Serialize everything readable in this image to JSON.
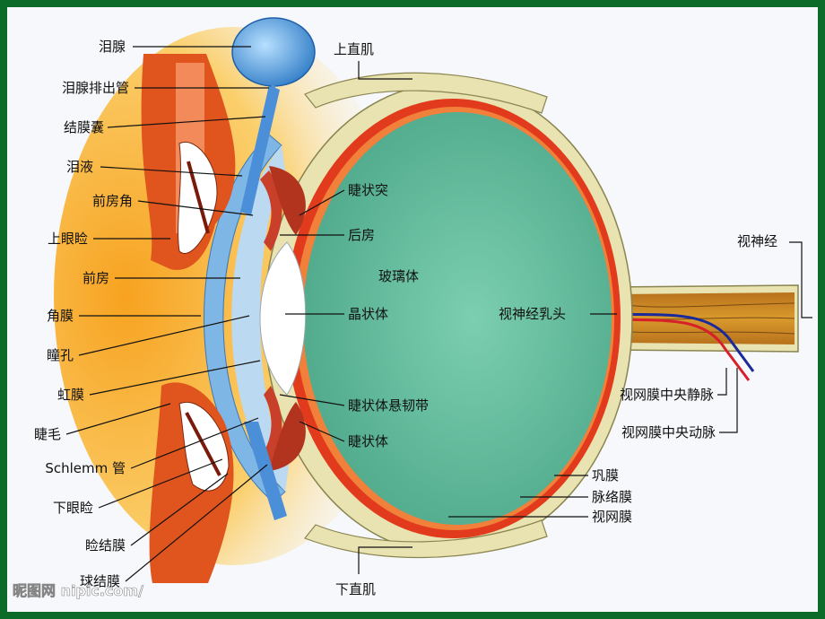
{
  "labels": {
    "lacrimal_gland": "泪腺",
    "lacrimal_duct": "泪腺排出管",
    "conjunctival_sac": "结膜囊",
    "tears": "泪液",
    "anterior_chamber_angle": "前房角",
    "upper_eyelid": "上眼睑",
    "anterior_chamber": "前房",
    "cornea": "角膜",
    "pupil": "瞳孔",
    "iris": "虹膜",
    "eyelash": "睫毛",
    "schlemm_canal": "Schlemm 管",
    "lower_eyelid": "下眼睑",
    "palpebral_conjunctiva": "睑结膜",
    "bulbar_conjunctiva": "球结膜",
    "superior_rectus": "上直肌",
    "ciliary_process": "睫状突",
    "posterior_chamber": "后房",
    "vitreous_body": "玻璃体",
    "lens": "晶状体",
    "zonule": "睫状体悬韧带",
    "ciliary_body": "睫状体",
    "optic_papilla": "视神经乳头",
    "optic_nerve": "视神经",
    "central_retinal_vein": "视网膜中央静脉",
    "central_retinal_artery": "视网膜中央动脉",
    "sclera": "巩膜",
    "choroid": "脉络膜",
    "retina": "视网膜",
    "inferior_rectus": "下直肌"
  },
  "watermark": "昵图网 nipic.com/",
  "colors": {
    "frame": "#0d6b2a",
    "paper": "#f6f8fb",
    "vitreous": "#5fb89a",
    "sclera": "#e8e3b0",
    "choroid_retina": "#e23a1c",
    "cornea": "#7eb6e6",
    "eyelid": "#e0541e",
    "glow": "#f8b12b",
    "gland": "#3b8fd6",
    "nerve": "#d89a2a"
  }
}
